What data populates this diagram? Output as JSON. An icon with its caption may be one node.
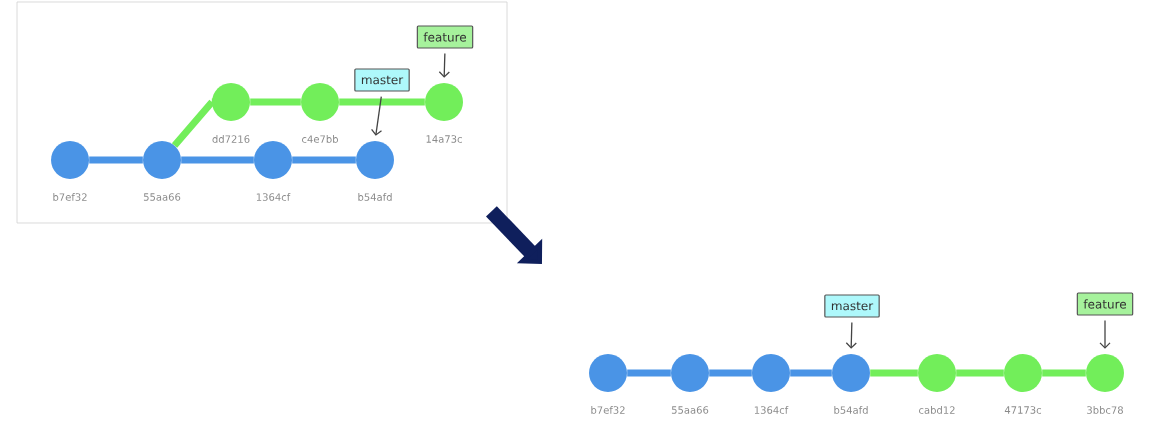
{
  "diagram": {
    "nodes": [
      {
        "text": [],
        "shape": "box"
      },
      {
        "text": [
          "b7ef32"
        ],
        "in": 0
      },
      {
        "text": [
          "55aa66"
        ],
        "in": 0
      },
      {
        "text": [
          "1364cf"
        ],
        "in": 0
      },
      {
        "text": [
          "b54afd"
        ],
        "in": 0
      },
      {
        "text": [
          "dd7216"
        ],
        "in": 0
      },
      {
        "text": [
          "c4e7bb"
        ],
        "in": 0
      },
      {
        "text": [
          "14a73c"
        ],
        "in": 0
      },
      {
        "text": [
          "feature"
        ],
        "in": 0
      },
      {
        "text": [
          "master"
        ],
        "in": 0
      },
      {
        "text": [
          "b7ef32"
        ]
      },
      {
        "text": [
          "55aa66"
        ]
      },
      {
        "text": [
          "1364cf"
        ]
      },
      {
        "text": [
          "b54afd"
        ]
      },
      {
        "text": [
          "cabd12"
        ]
      },
      {
        "text": [
          "47173c"
        ]
      },
      {
        "text": [
          "3bbc78"
        ]
      },
      {
        "text": [
          "master"
        ]
      },
      {
        "text": [
          "feature"
        ]
      }
    ],
    "edges": [
      {
        "from": 1,
        "to": 2,
        "arrow": "none",
        "color": "#4a94e6"
      },
      {
        "from": 2,
        "to": 3,
        "arrow": "none",
        "color": "#4a94e6"
      },
      {
        "from": 3,
        "to": 4,
        "arrow": "none",
        "color": "#4a94e6"
      },
      {
        "from": 2,
        "to": 5,
        "arrow": "none",
        "color": "#72ee5a"
      },
      {
        "from": 5,
        "to": 6,
        "arrow": "none",
        "color": "#72ee5a"
      },
      {
        "from": 6,
        "to": 7,
        "arrow": "none",
        "color": "#72ee5a"
      },
      {
        "from": 8,
        "to": 7,
        "arrow": "to",
        "color": "#444444"
      },
      {
        "from": 9,
        "to": 4,
        "arrow": "to",
        "color": "#444444"
      },
      {
        "from": 0,
        "to": null,
        "arrow": "to",
        "style": "thick",
        "color": "#0f1f5c"
      },
      {
        "from": 10,
        "to": 11,
        "arrow": "none",
        "color": "#4a94e6"
      },
      {
        "from": 11,
        "to": 12,
        "arrow": "none",
        "color": "#4a94e6"
      },
      {
        "from": 12,
        "to": 13,
        "arrow": "none",
        "color": "#4a94e6"
      },
      {
        "from": 13,
        "to": 14,
        "arrow": "none",
        "color": "#72ee5a"
      },
      {
        "from": 14,
        "to": 15,
        "arrow": "none",
        "color": "#72ee5a"
      },
      {
        "from": 15,
        "to": 16,
        "arrow": "none",
        "color": "#72ee5a"
      },
      {
        "from": 17,
        "to": 13,
        "arrow": "to",
        "color": "#444444"
      },
      {
        "from": 18,
        "to": 16,
        "arrow": "to",
        "color": "#444444"
      }
    ]
  }
}
